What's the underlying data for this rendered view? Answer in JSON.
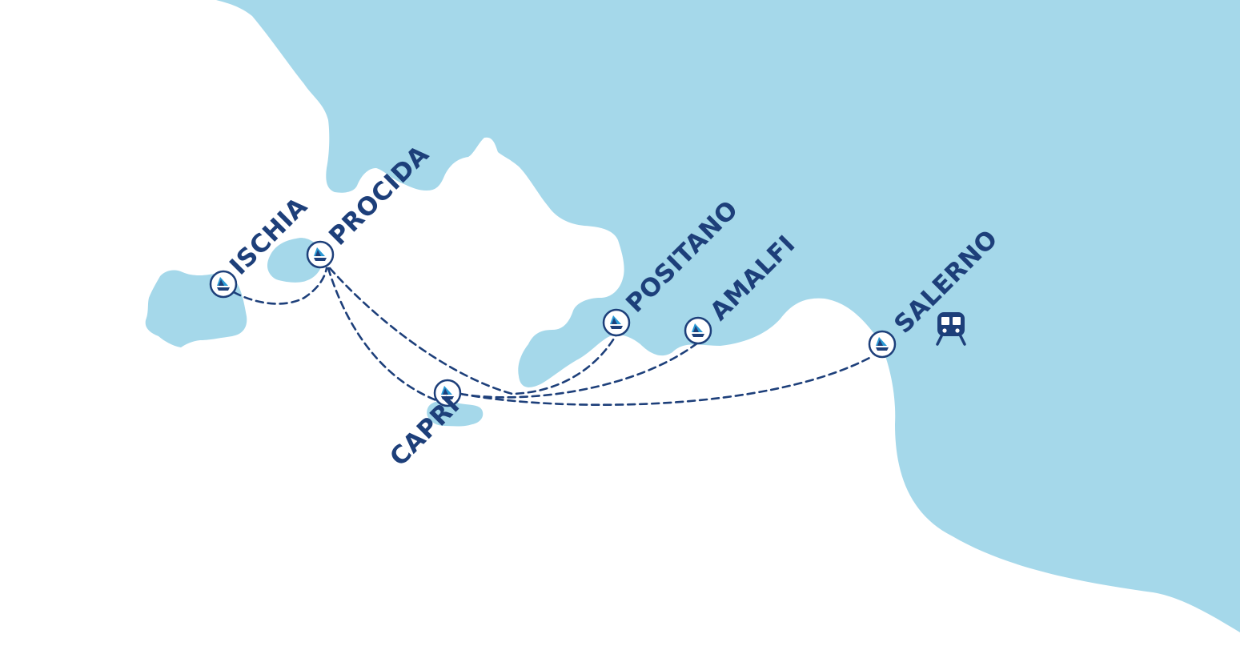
{
  "map": {
    "colors": {
      "sea_area": "#a5d8ea",
      "background": "#ffffff",
      "accent": "#1d3f7a",
      "port_icon_light": "#2a9ad6"
    },
    "ports": [
      {
        "id": "ischia",
        "label": "ISCHIA",
        "icon": "ferry-port-icon"
      },
      {
        "id": "procida",
        "label": "PROCIDA",
        "icon": "ferry-port-icon"
      },
      {
        "id": "capri",
        "label": "CAPRI",
        "icon": "ferry-port-icon"
      },
      {
        "id": "positano",
        "label": "POSITANO",
        "icon": "ferry-port-icon"
      },
      {
        "id": "amalfi",
        "label": "AMALFI",
        "icon": "ferry-port-icon"
      },
      {
        "id": "salerno",
        "label": "SALERNO",
        "icon": "ferry-port-icon"
      }
    ],
    "routes": [
      {
        "from": "ISCHIA",
        "to": "PROCIDA"
      },
      {
        "from": "PROCIDA",
        "to": "CAPRI"
      },
      {
        "from": "PROCIDA",
        "to": "POSITANO"
      },
      {
        "from": "CAPRI",
        "to": "POSITANO"
      },
      {
        "from": "CAPRI",
        "to": "AMALFI"
      },
      {
        "from": "CAPRI",
        "to": "SALERNO"
      }
    ],
    "train_icon": "train-icon",
    "route_style": "dashed"
  }
}
